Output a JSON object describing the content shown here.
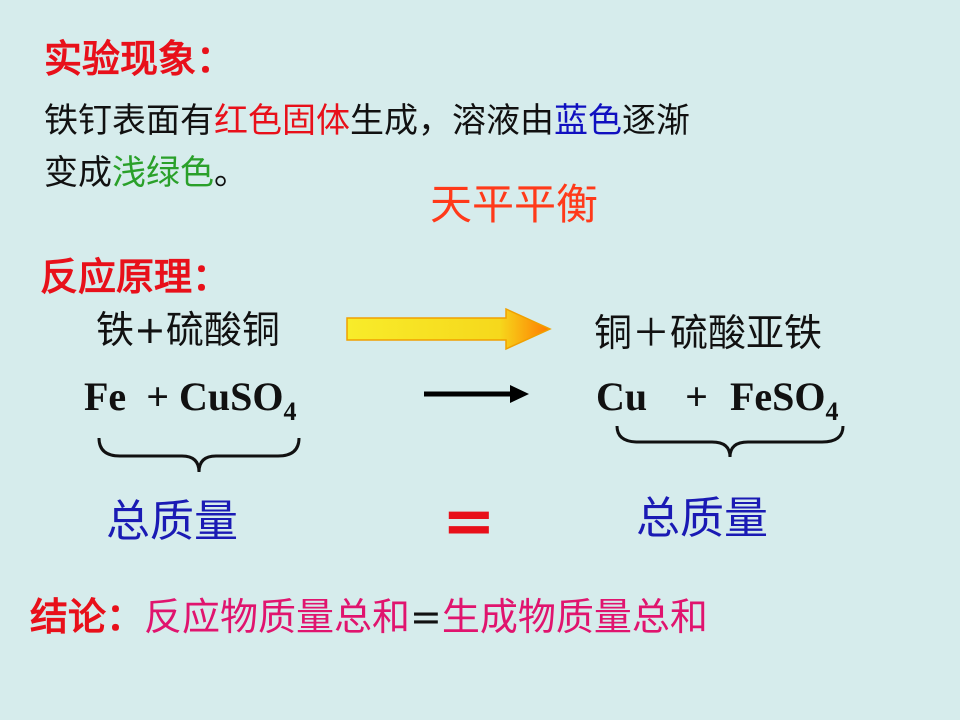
{
  "phenomenon": {
    "heading": "实验现象：",
    "line1_a": "铁钉表面有",
    "line1_red": "红色固体",
    "line1_b": "生成，溶液由",
    "line1_blue": "蓝色",
    "line1_c": "逐渐",
    "line2_a": "变成",
    "line2_green": "浅绿色",
    "line2_b": "。"
  },
  "balance_text": "天平平衡",
  "principle": {
    "heading": "反应原理：",
    "reactants_words": "铁+硫酸铜",
    "products_words": "铜＋硫酸亚铁",
    "reactants_formula": {
      "part1": "Fe  + CuSO",
      "sub": "4"
    },
    "products_formula": {
      "cu": "Cu",
      "plus": "+",
      "part2": "FeSO",
      "sub": "4"
    }
  },
  "totals": {
    "left": "总质量",
    "equals": "=",
    "right": "总质量"
  },
  "conclusion": {
    "label": "结论：",
    "part1": "反应物质量总和",
    "eq": "=",
    "part2": "生成物质量总和"
  },
  "colors": {
    "background": "#d6ecec",
    "red": "#e8101a",
    "blue": "#1010c0",
    "green": "#2aa02a",
    "magenta": "#e0146e",
    "arrow_fill": "#f3e21c",
    "arrow_edge": "#ff6a00"
  }
}
